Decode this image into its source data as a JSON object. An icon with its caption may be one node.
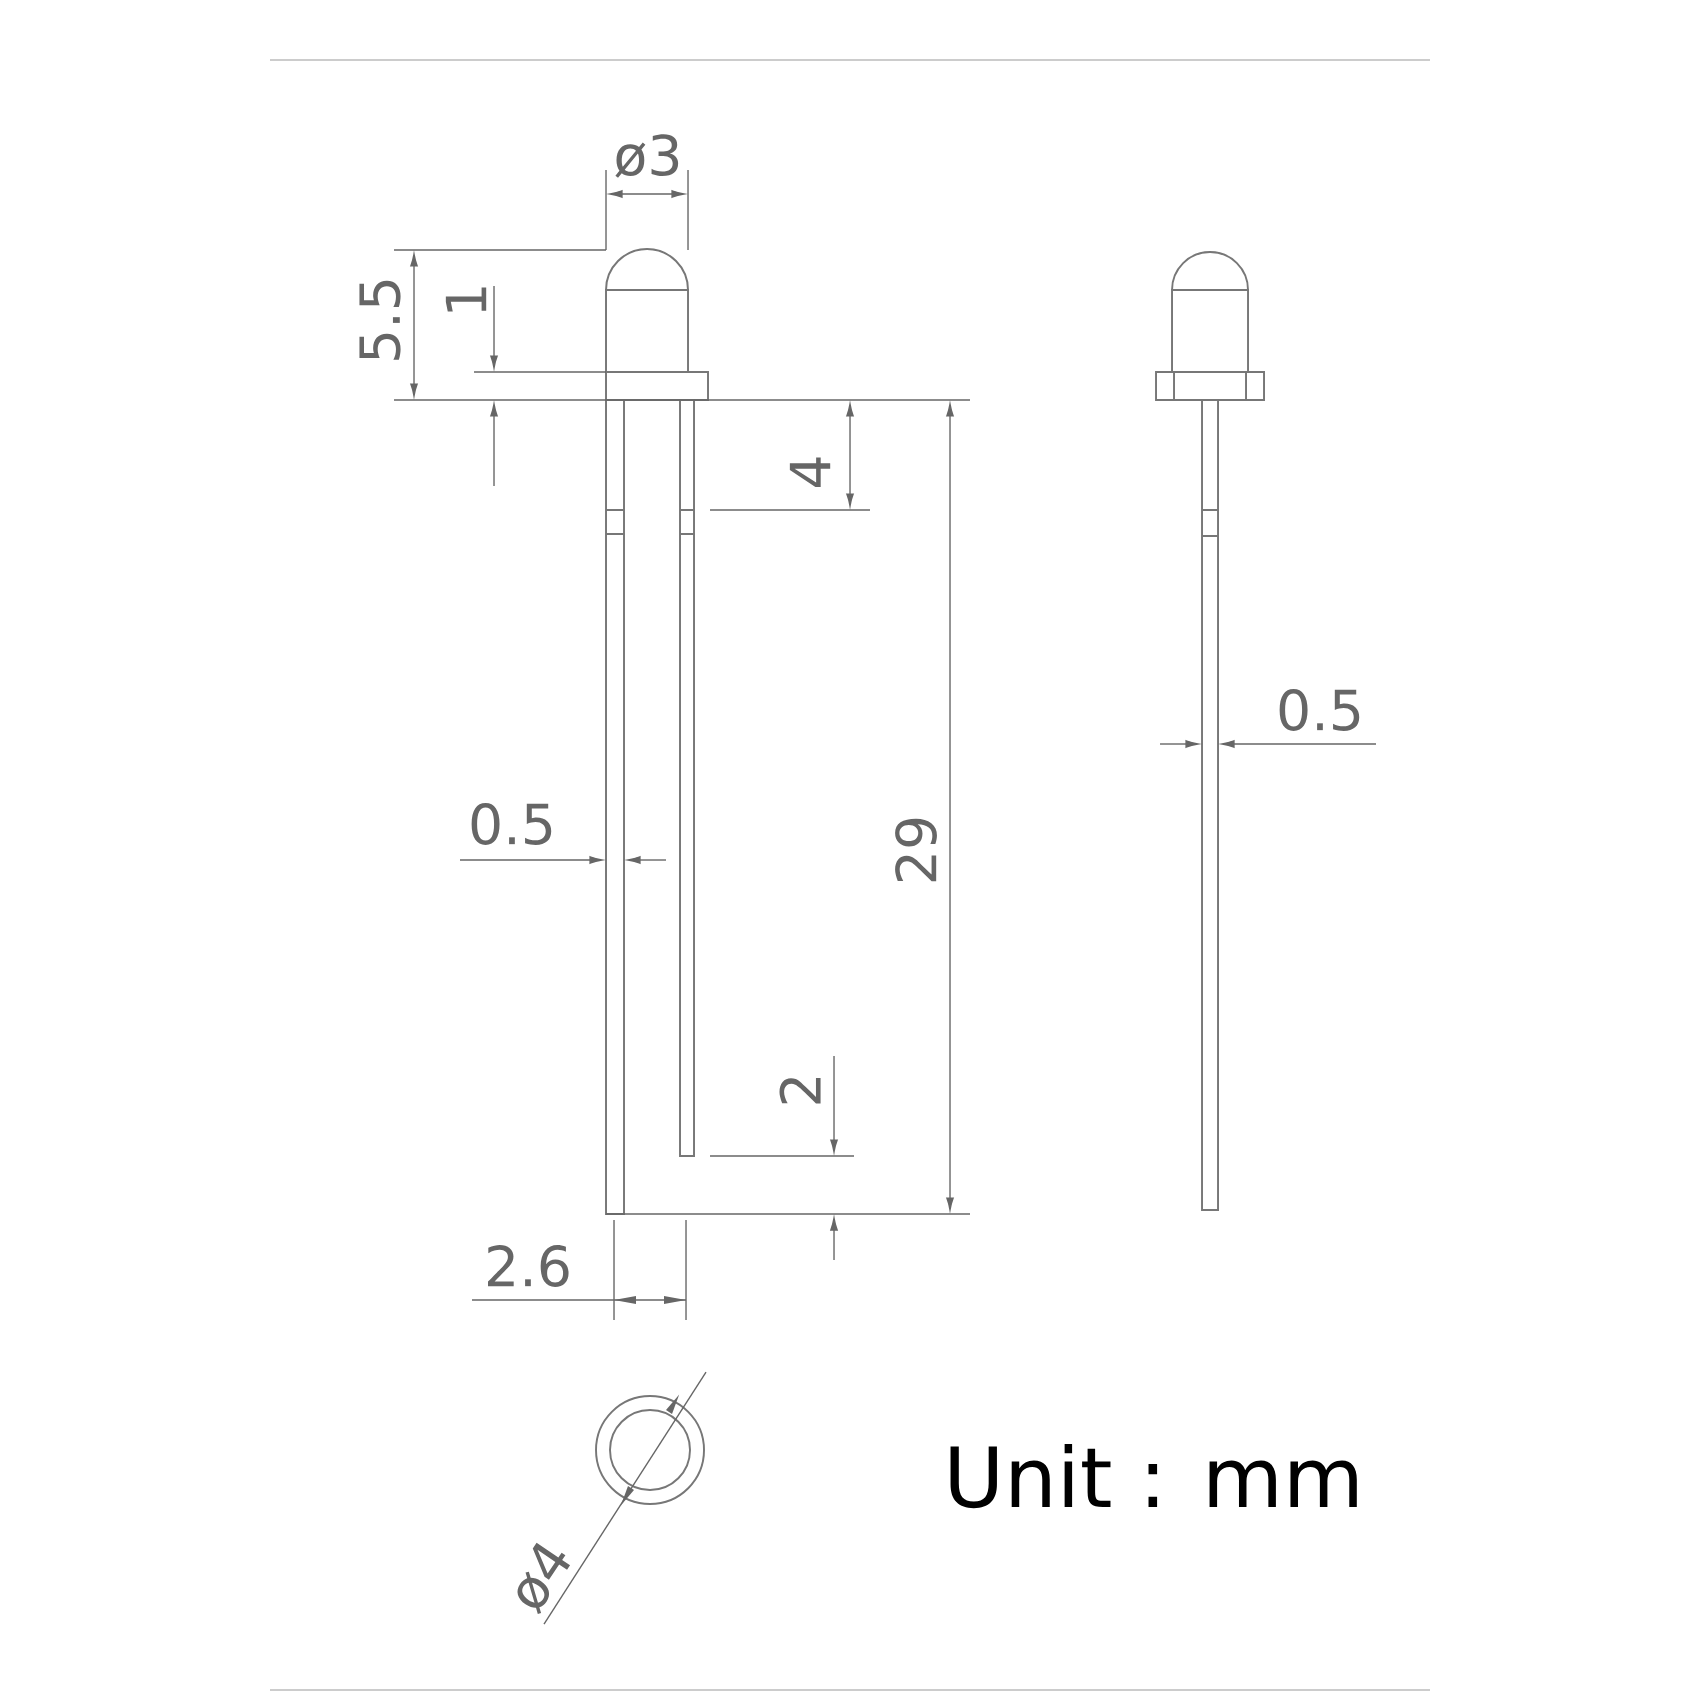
{
  "diagram": {
    "labels": [
      "ø3",
      "5.5",
      "1",
      "4",
      "0.5",
      "0.5",
      "29",
      "2",
      "2.6",
      "ø4",
      "Unit : mm"
    ]
  }
}
